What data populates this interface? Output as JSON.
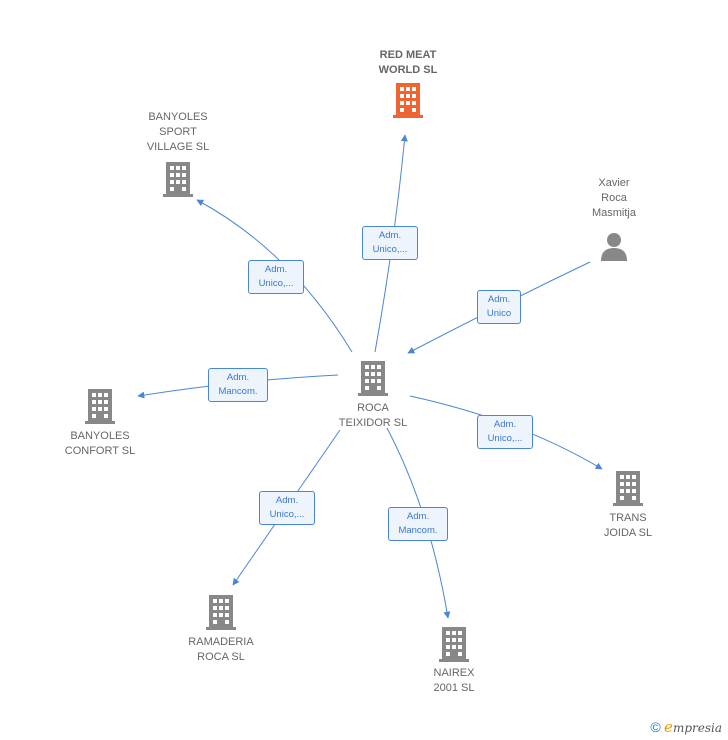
{
  "nodes": {
    "center": {
      "label": "ROCA\nTEIXIDOR SL",
      "icon": "building-icon",
      "color": "#888888"
    },
    "red_meat": {
      "label": "RED MEAT\nWORLD  SL",
      "icon": "building-icon",
      "color": "#f06431"
    },
    "banyoles_sport": {
      "label": "BANYOLES\nSPORT\nVILLAGE  SL",
      "icon": "building-icon",
      "color": "#888888"
    },
    "xavier": {
      "label": "Xavier\nRoca\nMasmitja",
      "icon": "person-icon",
      "color": "#888888"
    },
    "banyoles_confort": {
      "label": "BANYOLES\nCONFORT  SL",
      "icon": "building-icon",
      "color": "#888888"
    },
    "trans_joida": {
      "label": "TRANS\nJOIDA  SL",
      "icon": "building-icon",
      "color": "#888888"
    },
    "ramaderia": {
      "label": "RAMADERIA\nROCA SL",
      "icon": "building-icon",
      "color": "#888888"
    },
    "nairex": {
      "label": "NAIREX\n2001  SL",
      "icon": "building-icon",
      "color": "#888888"
    }
  },
  "relations": {
    "red_meat": "Adm.\nUnico,...",
    "banyoles_sport": "Adm.\nUnico,...",
    "xavier": "Adm.\nUnico",
    "banyoles_confort": "Adm.\nMancom.",
    "trans_joida": "Adm.\nUnico,...",
    "ramaderia": "Adm.\nUnico,...",
    "nairex": "Adm.\nMancom."
  },
  "footer": {
    "copyright": "©",
    "brand_initial": "e",
    "brand_rest": "mpresia"
  },
  "colors": {
    "edge": "#4a86d8",
    "highlight": "#f06431",
    "node": "#888888"
  }
}
